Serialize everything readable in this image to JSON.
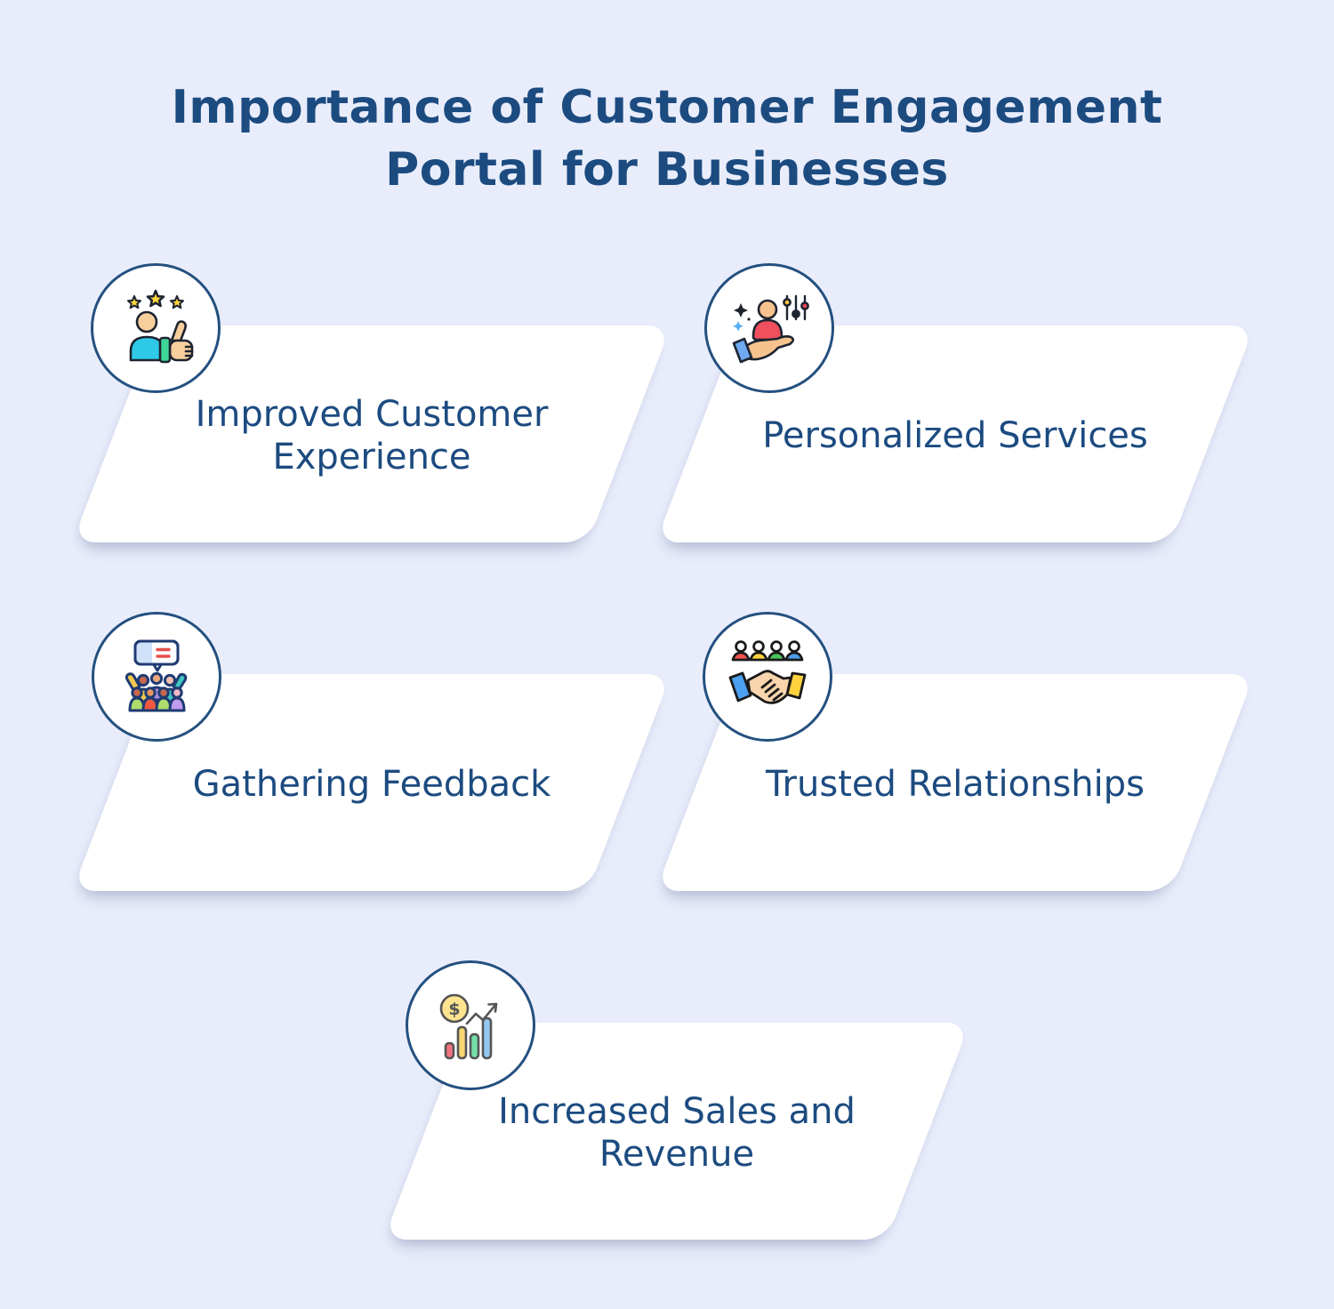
{
  "title": {
    "line1": "Importance of Customer Engagement",
    "line2": "Portal for Businesses"
  },
  "cards": [
    {
      "label": "Improved Customer Experience",
      "icon": "customer-thumbs-up-stars-icon"
    },
    {
      "label": "Personalized Services",
      "icon": "hand-holding-person-icon"
    },
    {
      "label": "Gathering Feedback",
      "icon": "crowd-speech-bubble-icon"
    },
    {
      "label": "Trusted Relationships",
      "icon": "handshake-icon"
    },
    {
      "label": "Increased Sales and Revenue",
      "icon": "revenue-growth-chart-icon"
    }
  ],
  "colors": {
    "bg": "#e9edfb",
    "card-bg": "#ffffff",
    "ink": "#1c4b80",
    "circle-border": "#24507f"
  }
}
